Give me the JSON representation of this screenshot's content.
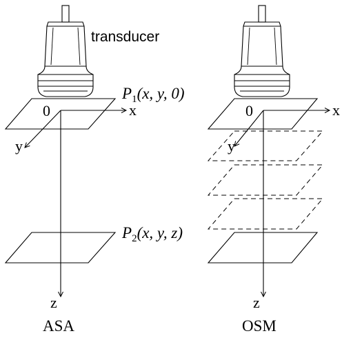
{
  "transducer_label": "transducer",
  "plane_labels": {
    "p1": {
      "name": "P",
      "sub": "1",
      "args": "(x, y, 0)"
    },
    "p2": {
      "name": "P",
      "sub": "2",
      "args": "(x, y, z)"
    }
  },
  "axes": {
    "origin": "0",
    "x": "x",
    "y": "y",
    "z": "z"
  },
  "panels": [
    {
      "caption": "ASA"
    },
    {
      "caption": "OSM"
    }
  ]
}
